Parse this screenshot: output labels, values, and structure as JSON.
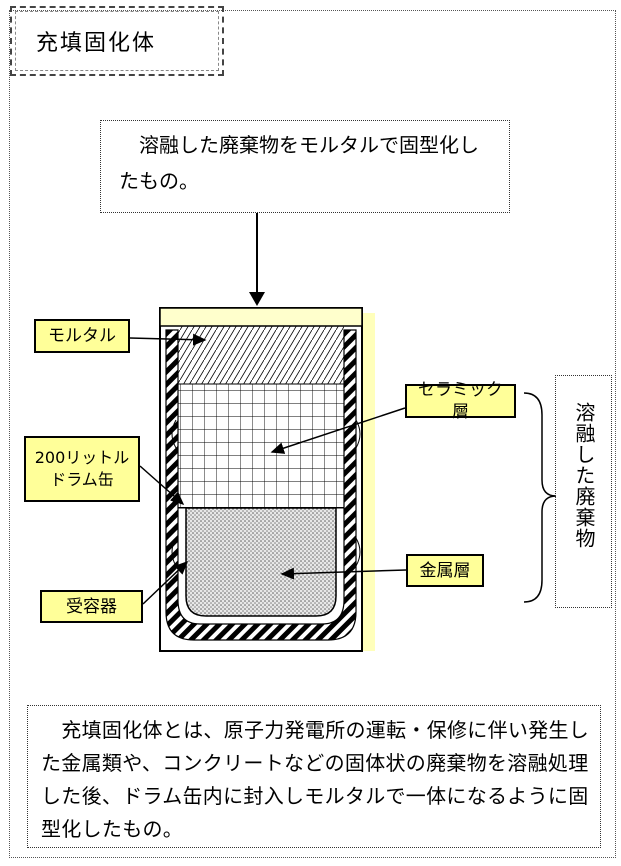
{
  "title": "充填固化体",
  "top_note": "　溶融した廃棄物をモルタルで固型化したもの。",
  "labels": {
    "mortar": "モルタル",
    "drum": "200リットルドラム缶",
    "drum_line1": "200リットル",
    "drum_line2": "ドラム缶",
    "receiver": "受容器",
    "ceramic": "セラミック層",
    "metal": "金属層"
  },
  "molten_waste": "溶融した廃棄物",
  "bottom_note": "　充填固化体とは、原子力発電所の運転・保修に伴い発生した金属類や、コンクリートなどの固体状の廃棄物を溶融処理した後、ドラム缶内に封入しモルタルで一体になるように固型化したもの。",
  "colors": {
    "label_fill": "#ffff99",
    "drum_shadow": "#ffffbb",
    "lid_fill": "#ffffcc"
  }
}
